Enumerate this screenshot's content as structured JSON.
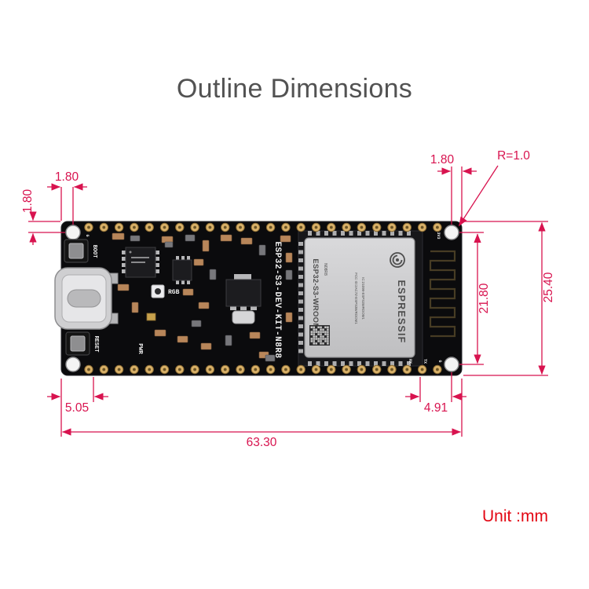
{
  "title": "Outline Dimensions",
  "unit_label": "Unit :mm",
  "dims": {
    "top_left": "1.80",
    "left_side": "1.80",
    "top_right": "1.80",
    "corner_radius": "R=1.0",
    "hole_pitch_vertical": "21.80",
    "board_height": "25.40",
    "edge_to_pin_left": "5.05",
    "module_to_hole_right": "4.91",
    "board_width": "63.30"
  },
  "board": {
    "silkscreen_title": "ESP32-S3-DEV-KIT-N8R8",
    "boot_label": "BOOT",
    "reset_label": "RESET",
    "rgb_label": "RGB",
    "pwr_label": "PWR",
    "pin_labels": {
      "power_3v3": "3V3",
      "tx": "TX",
      "rx": "RX",
      "ground": "G"
    }
  },
  "module": {
    "name": "ESP32-S3-WROOM-1",
    "brand": "ESPRESSIF",
    "variant": "N08R8",
    "fcc_id": "FCC ID:2AC7Z-ESPS3WROOM1",
    "ic_id": "IC:21098-ESPS3WROOM1"
  },
  "colors": {
    "dimension": "#D8134F",
    "unit_text": "#E30613",
    "title_text": "#525252",
    "board_black": "#0B0B0D",
    "pin_gold": "#D9B169",
    "shield_silver": "#CBCBCD"
  }
}
